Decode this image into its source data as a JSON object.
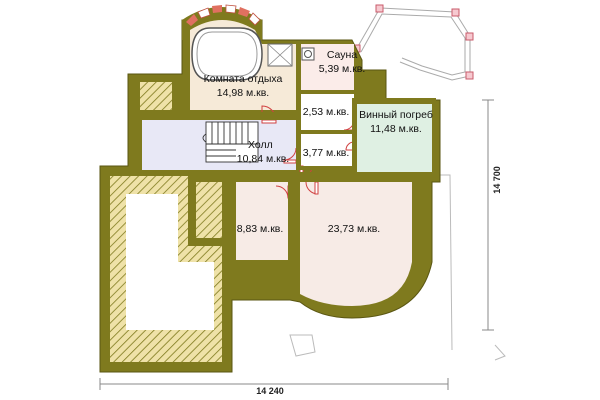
{
  "rooms": {
    "lounge": {
      "name": "Комната отдыха",
      "area": "14,98 м.кв."
    },
    "sauna": {
      "name": "Сауна",
      "area": "5,39 м.кв."
    },
    "shower": {
      "area": "2,53 м.кв."
    },
    "wine_cellar": {
      "name": "Винный погреб",
      "area": "11,48 м.кв."
    },
    "hall": {
      "name": "Холл",
      "area": "10,84 м.кв."
    },
    "corridor": {
      "area": "3,77 м.кв."
    },
    "room_small": {
      "area": "8,83 м.кв."
    },
    "room_large": {
      "area": "23,73 м.кв."
    }
  },
  "dimensions": {
    "width": "14 240",
    "height": "14 700"
  },
  "colors": {
    "wall": "#7f7a1e",
    "wall_edge": "#5a5612",
    "lounge_floor": "#f6ead8",
    "sauna_floor": "#fbece9",
    "wine_floor": "#dff0e3",
    "hall_floor": "#e8e8f6",
    "room_floor": "#f7ebe6",
    "hatch_fill": "#efe2a8"
  }
}
